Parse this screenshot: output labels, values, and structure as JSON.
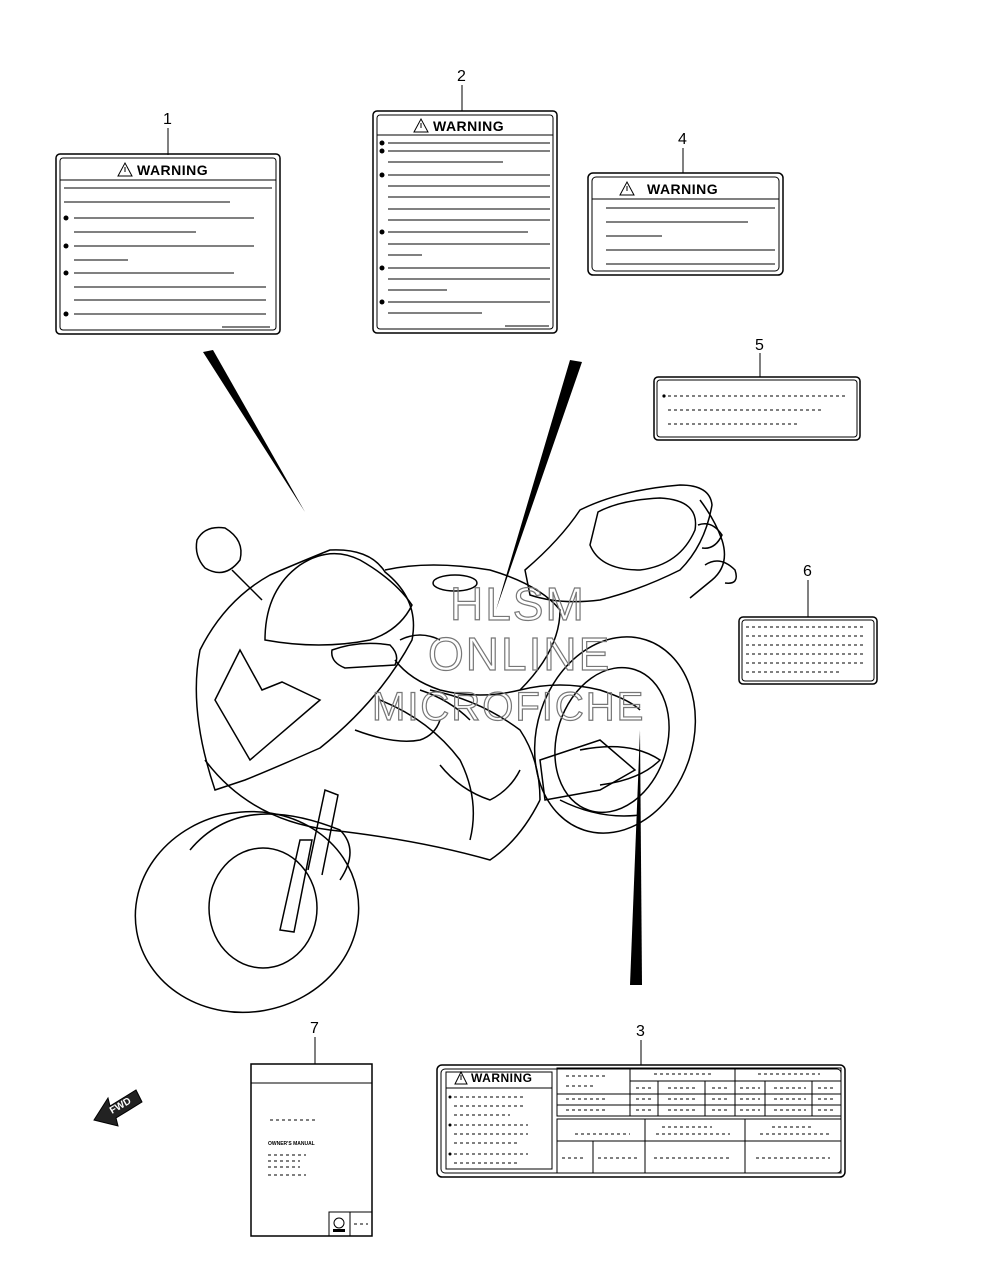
{
  "callouts": {
    "c1": "1",
    "c2": "2",
    "c3": "3",
    "c4": "4",
    "c5": "5",
    "c6": "6",
    "c7": "7"
  },
  "labels": {
    "warning_text": "WARNING",
    "manual_title": "OWNER'S MANUAL",
    "fwd": "FWD"
  },
  "watermark": {
    "line1": "HLSM",
    "line2": "ONLINE",
    "line3": "MICROFICHE"
  },
  "colors": {
    "line": "#000000",
    "watermark": "#777777",
    "background": "#ffffff"
  },
  "icons": [
    "warning-triangle-icon",
    "fwd-arrow-icon",
    "suzuki-logo-icon"
  ]
}
